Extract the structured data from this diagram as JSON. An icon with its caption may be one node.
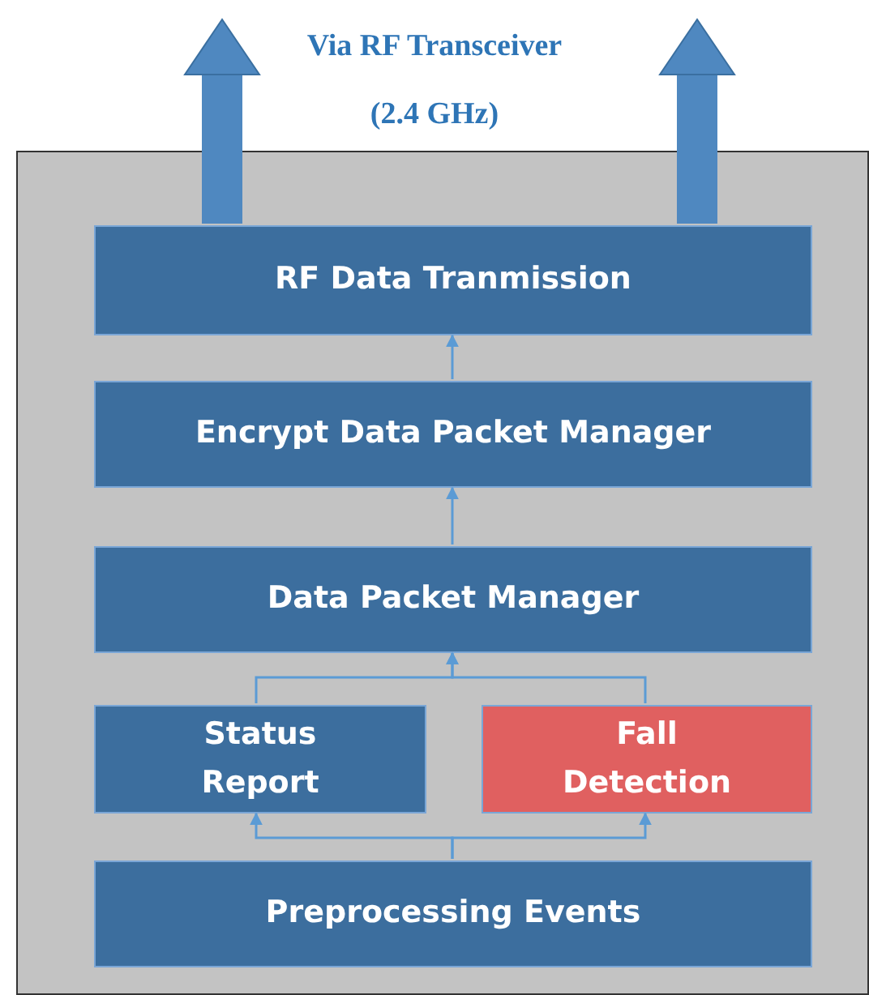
{
  "diagram": {
    "nodes": [
      {
        "text": [],
        "shape": "box"
      },
      {
        "text": [
          "RF Data Tranmission"
        ],
        "in": 0
      },
      {
        "text": [
          "Encrypt Data Packet Manager"
        ],
        "in": 0
      },
      {
        "text": [
          "Data Packet Manager"
        ],
        "in": 0
      },
      {
        "text": [
          "Status Report"
        ],
        "in": 0
      },
      {
        "text": [
          "Fall Detection"
        ],
        "in": 0
      },
      {
        "text": [
          "Preprocessing Events"
        ],
        "in": 0
      }
    ],
    "edges": [
      {
        "from": 2,
        "to": 1,
        "arrow": "to"
      },
      {
        "from": 3,
        "to": 2,
        "arrow": "to"
      },
      {
        "from": 4,
        "to": 3,
        "arrow": "to"
      },
      {
        "from": 5,
        "to": 3,
        "arrow": "to"
      },
      {
        "from": 6,
        "to": 4,
        "arrow": "to"
      },
      {
        "from": 6,
        "to": 5,
        "arrow": "to"
      },
      {
        "from": 1,
        "to": null,
        "arrow": "to",
        "style": "thick"
      },
      {
        "from": 1,
        "to": null,
        "arrow": "to",
        "style": "thick"
      }
    ],
    "labels": [
      "Via RF Transceiver",
      "(2.4 GHz)"
    ]
  }
}
